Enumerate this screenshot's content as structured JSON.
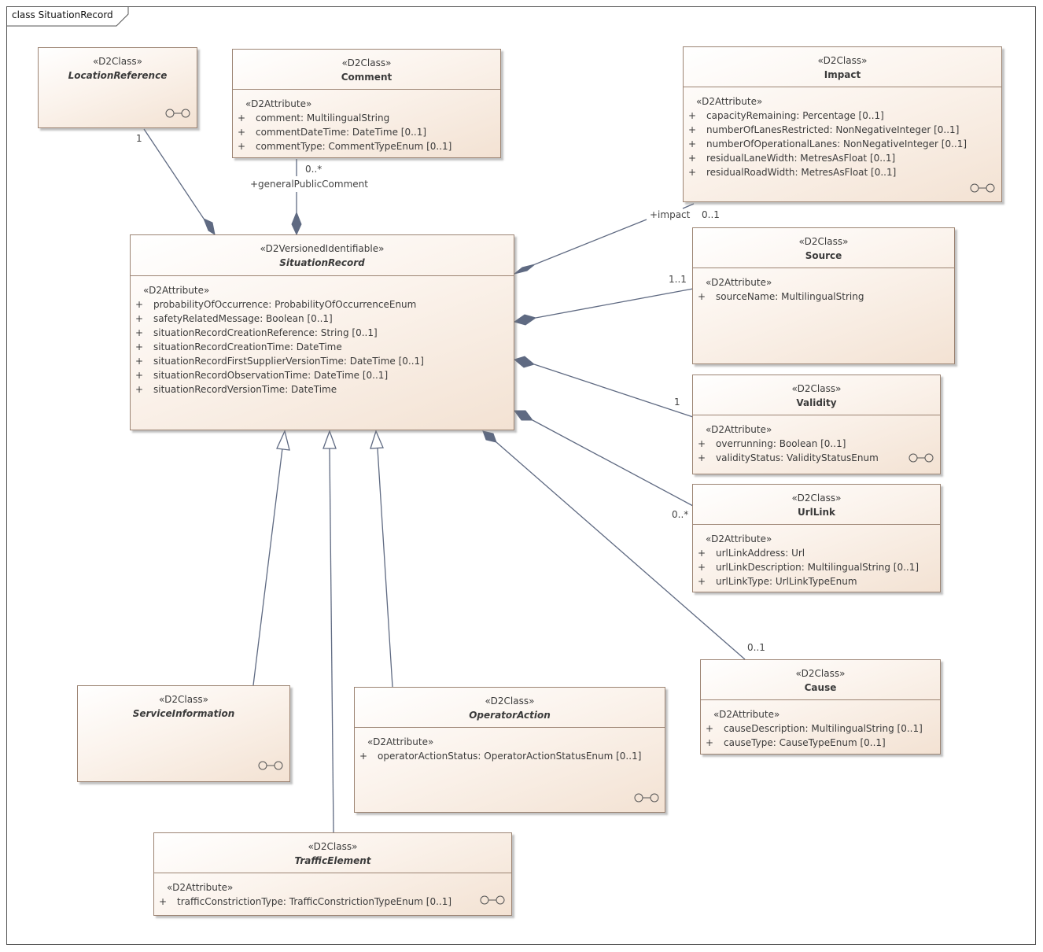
{
  "diagram": {
    "title": "class SituationRecord"
  },
  "classes": {
    "location_reference": {
      "stereotype": "«D2Class»",
      "name": "LocationReference"
    },
    "comment": {
      "stereotype": "«D2Class»",
      "name": "Comment",
      "attr_stereotype": "«D2Attribute»",
      "attributes": [
        {
          "vis": "+",
          "text": "comment: MultilingualString"
        },
        {
          "vis": "+",
          "text": "commentDateTime: DateTime [0..1]"
        },
        {
          "vis": "+",
          "text": "commentType: CommentTypeEnum [0..1]"
        }
      ]
    },
    "impact": {
      "stereotype": "«D2Class»",
      "name": "Impact",
      "attr_stereotype": "«D2Attribute»",
      "attributes": [
        {
          "vis": "+",
          "text": "capacityRemaining: Percentage [0..1]"
        },
        {
          "vis": "+",
          "text": "numberOfLanesRestricted: NonNegativeInteger [0..1]"
        },
        {
          "vis": "+",
          "text": "numberOfOperationalLanes: NonNegativeInteger [0..1]"
        },
        {
          "vis": "+",
          "text": "residualLaneWidth: MetresAsFloat [0..1]"
        },
        {
          "vis": "+",
          "text": "residualRoadWidth: MetresAsFloat [0..1]"
        }
      ]
    },
    "situation_record": {
      "stereotype": "«D2VersionedIdentifiable»",
      "name": "SituationRecord",
      "attr_stereotype": "«D2Attribute»",
      "attributes": [
        {
          "vis": "+",
          "text": "probabilityOfOccurrence: ProbabilityOfOccurrenceEnum"
        },
        {
          "vis": "+",
          "text": "safetyRelatedMessage: Boolean [0..1]"
        },
        {
          "vis": "+",
          "text": "situationRecordCreationReference: String [0..1]"
        },
        {
          "vis": "+",
          "text": "situationRecordCreationTime: DateTime"
        },
        {
          "vis": "+",
          "text": "situationRecordFirstSupplierVersionTime: DateTime [0..1]"
        },
        {
          "vis": "+",
          "text": "situationRecordObservationTime: DateTime [0..1]"
        },
        {
          "vis": "+",
          "text": "situationRecordVersionTime: DateTime"
        }
      ]
    },
    "source": {
      "stereotype": "«D2Class»",
      "name": "Source",
      "attr_stereotype": "«D2Attribute»",
      "attributes": [
        {
          "vis": "+",
          "text": "sourceName: MultilingualString"
        }
      ]
    },
    "validity": {
      "stereotype": "«D2Class»",
      "name": "Validity",
      "attr_stereotype": "«D2Attribute»",
      "attributes": [
        {
          "vis": "+",
          "text": "overrunning: Boolean [0..1]"
        },
        {
          "vis": "+",
          "text": "validityStatus: ValidityStatusEnum"
        }
      ]
    },
    "url_link": {
      "stereotype": "«D2Class»",
      "name": "UrlLink",
      "attr_stereotype": "«D2Attribute»",
      "attributes": [
        {
          "vis": "+",
          "text": "urlLinkAddress: Url"
        },
        {
          "vis": "+",
          "text": "urlLinkDescription: MultilingualString [0..1]"
        },
        {
          "vis": "+",
          "text": "urlLinkType: UrlLinkTypeEnum"
        }
      ]
    },
    "cause": {
      "stereotype": "«D2Class»",
      "name": "Cause",
      "attr_stereotype": "«D2Attribute»",
      "attributes": [
        {
          "vis": "+",
          "text": "causeDescription: MultilingualString [0..1]"
        },
        {
          "vis": "+",
          "text": "causeType: CauseTypeEnum [0..1]"
        }
      ]
    },
    "service_information": {
      "stereotype": "«D2Class»",
      "name": "ServiceInformation"
    },
    "operator_action": {
      "stereotype": "«D2Class»",
      "name": "OperatorAction",
      "attr_stereotype": "«D2Attribute»",
      "attributes": [
        {
          "vis": "+",
          "text": "operatorActionStatus: OperatorActionStatusEnum [0..1]"
        }
      ]
    },
    "traffic_element": {
      "stereotype": "«D2Class»",
      "name": "TrafficElement",
      "attr_stereotype": "«D2Attribute»",
      "attributes": [
        {
          "vis": "+",
          "text": "trafficConstrictionType: TrafficConstrictionTypeEnum [0..1]"
        }
      ]
    }
  },
  "connector_labels": {
    "location_mult": "1",
    "comment_mult": "0..*",
    "comment_role": "+generalPublicComment",
    "impact_role": "+impact",
    "impact_mult": "0..1",
    "source_mult": "1..1",
    "validity_mult": "1",
    "url_link_mult": "0..*",
    "cause_mult": "0..1"
  },
  "colors": {
    "connector": "#5f6a82",
    "border": "#9c8473",
    "fill_light": "#fbf3ec",
    "fill_dark": "#f3e2d3"
  }
}
